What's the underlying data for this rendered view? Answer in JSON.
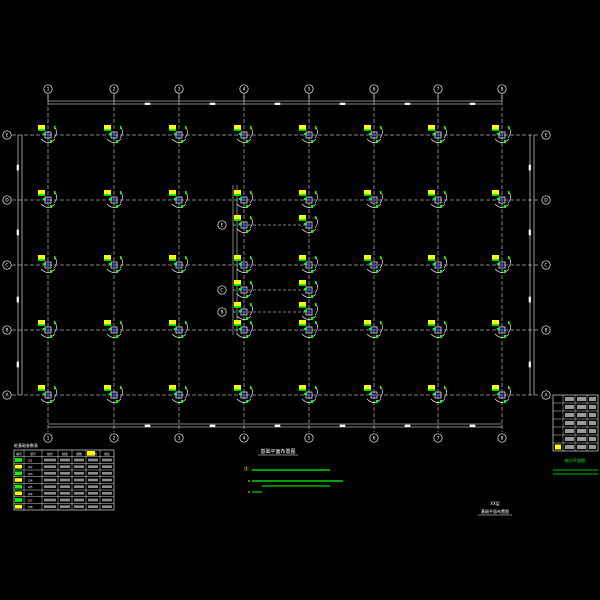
{
  "drawing": {
    "colors": {
      "background": "#000000",
      "grid": "#ffffff",
      "axis_bubble": "#ffffff",
      "accent_green": "#00ff00",
      "accent_yellow": "#ffff00",
      "accent_cyan": "#00ffff",
      "accent_blue": "#4040ff"
    },
    "column_axes": [
      "1",
      "2",
      "3",
      "4",
      "5",
      "6",
      "7",
      "8"
    ],
    "row_axes": [
      "E",
      "D",
      "C",
      "B",
      "A"
    ],
    "inner_axes": [
      "1/E",
      "1/C",
      "1/B"
    ],
    "plan_title": "基础平面布置图",
    "table_title": "桩基础参数表",
    "legend_title": "桩位平面图",
    "note_bullet": "注：",
    "drawing_label_small": "XX层",
    "drawing_label_big": "基础平面布置图"
  },
  "foundation_table": {
    "header": [
      "编号",
      "型号",
      "桩长",
      "桩径",
      "根数",
      "承载力",
      "备注"
    ],
    "rows": [
      [
        "ZJ1",
        "",
        "",
        "",
        "",
        "",
        ""
      ],
      [
        "ZJ2",
        "",
        "",
        "",
        "",
        "",
        ""
      ],
      [
        "ZJ3",
        "",
        "",
        "",
        "",
        "",
        ""
      ],
      [
        "ZJ4",
        "",
        "",
        "",
        "",
        "",
        ""
      ],
      [
        "ZJ5",
        "",
        "",
        "",
        "",
        "",
        ""
      ],
      [
        "ZJ6",
        "",
        "",
        "",
        "",
        "",
        ""
      ],
      [
        "ZJ7",
        "",
        "",
        "",
        "",
        "",
        ""
      ],
      [
        "ZJ8",
        "",
        "",
        "",
        "",
        "",
        ""
      ]
    ]
  },
  "right_table": {
    "rows": 7
  }
}
